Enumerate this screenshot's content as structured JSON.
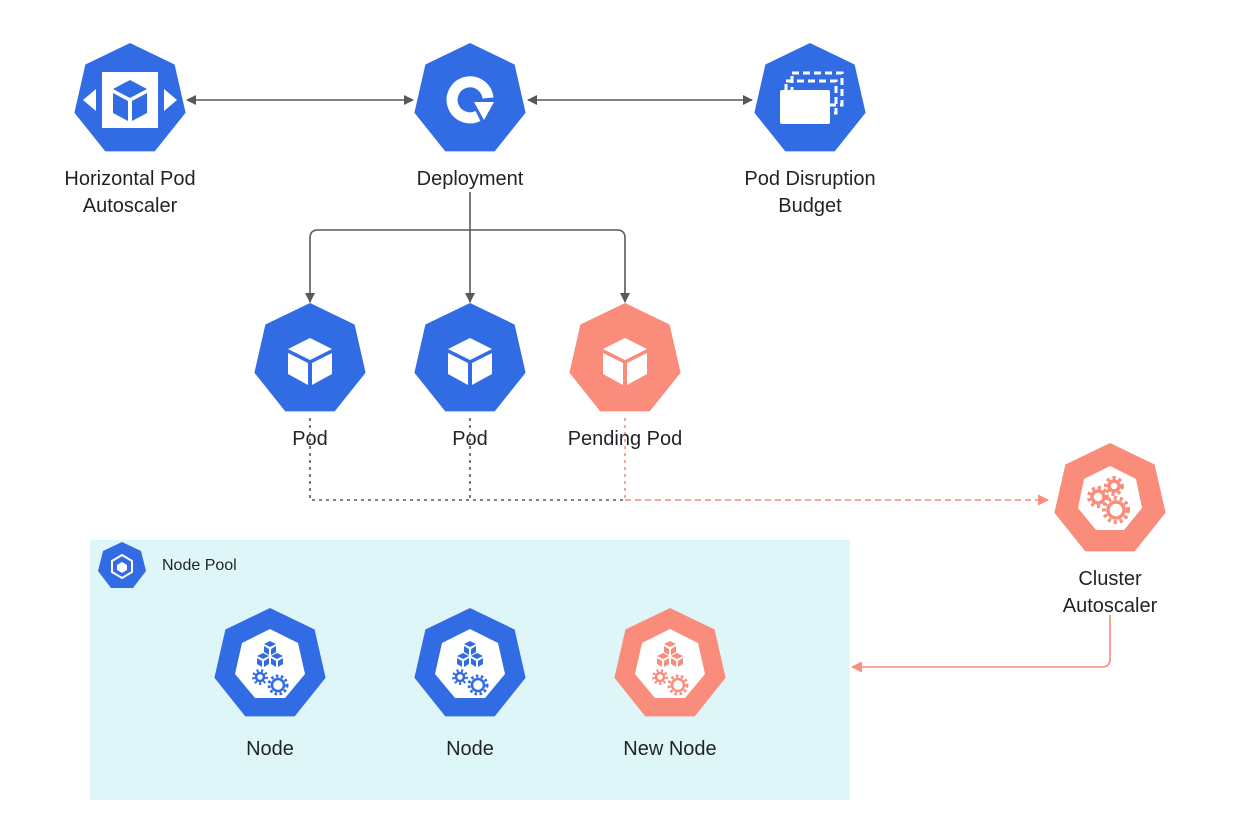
{
  "colors": {
    "blue": "#326ce5",
    "salmon": "#fa8c7c",
    "arrow": "#595959",
    "pool_bg": "#dff6f8",
    "white": "#ffffff"
  },
  "nodes": {
    "hpa": {
      "label": "Horizontal Pod\nAutoscaler",
      "icon": "autoscaler-cube-icon"
    },
    "deployment": {
      "label": "Deployment",
      "icon": "refresh-icon"
    },
    "pdb": {
      "label": "Pod Disruption\nBudget",
      "icon": "stacked-pages-icon"
    },
    "pod1": {
      "label": "Pod",
      "icon": "cube-icon"
    },
    "pod2": {
      "label": "Pod",
      "icon": "cube-icon"
    },
    "pending": {
      "label": "Pending Pod",
      "icon": "cube-icon"
    },
    "cluster_autoscaler": {
      "label": "Cluster\nAutoscaler",
      "icon": "gears-icon"
    },
    "node1": {
      "label": "Node",
      "icon": "node-icon"
    },
    "node2": {
      "label": "Node",
      "icon": "node-icon"
    },
    "new_node": {
      "label": "New Node",
      "icon": "node-icon"
    }
  },
  "node_pool": {
    "title": "Node Pool",
    "icon": "node-pool-icon"
  }
}
